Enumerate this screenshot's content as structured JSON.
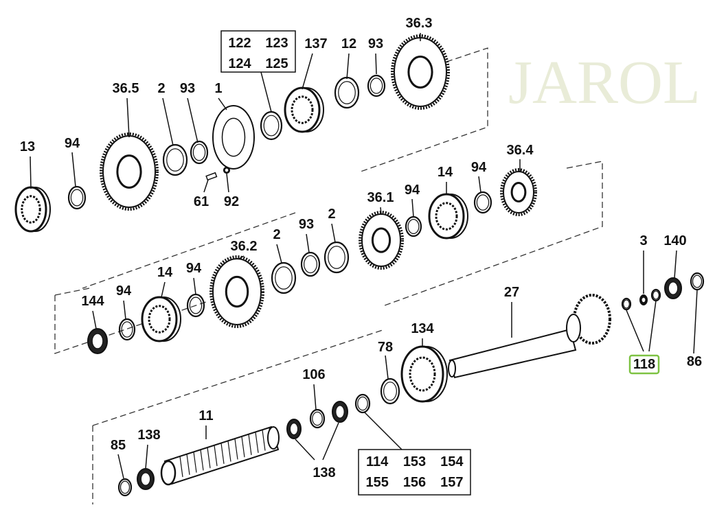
{
  "diagram": {
    "watermark": "JAROL",
    "labels": [
      "36.3",
      "137",
      "12",
      "93",
      "36.5",
      "2",
      "93",
      "1",
      "13",
      "94",
      "61",
      "92",
      "36.4",
      "14",
      "94",
      "36.1",
      "94",
      "3",
      "140",
      "36.2",
      "2",
      "93",
      "2",
      "14",
      "94",
      "144",
      "94",
      "27",
      "134",
      "78",
      "118",
      "86",
      "106",
      "11",
      "85",
      "138",
      "138"
    ],
    "group_boxes": [
      {
        "rows": [
          [
            "122",
            "123"
          ],
          [
            "124",
            "125"
          ]
        ]
      },
      {
        "rows": [
          [
            "114",
            "153",
            "154"
          ],
          [
            "155",
            "156",
            "157"
          ]
        ]
      }
    ],
    "highlighted_label": "118",
    "highlight_color": "#7dc242"
  }
}
